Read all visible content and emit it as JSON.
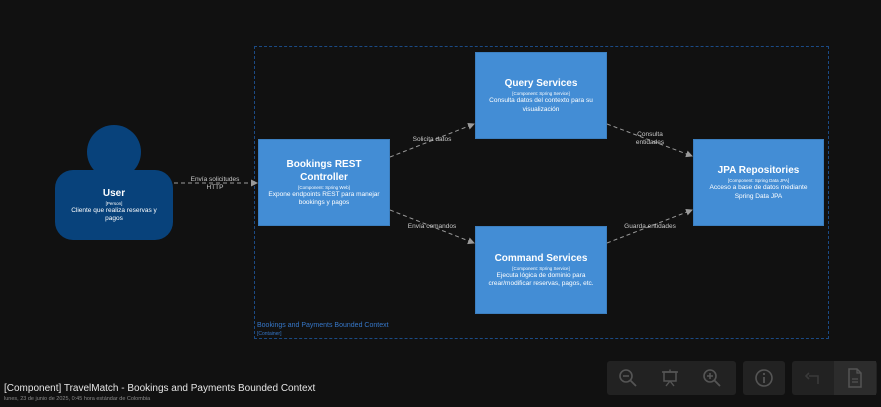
{
  "boundary": {
    "label": "Bookings and Payments Bounded Context",
    "type": "[Container]"
  },
  "person": {
    "name": "User",
    "type": "[Person]",
    "description": "Cliente que realiza reservas y pagos"
  },
  "components": {
    "controller": {
      "name": "Bookings REST Controller",
      "type": "[Component: Spring Web]",
      "description": "Expone endpoints REST para manejar bookings y pagos"
    },
    "query": {
      "name": "Query Services",
      "type": "[Component: Spring Service]",
      "description": "Consulta datos del contexto para su visualización"
    },
    "command": {
      "name": "Command Services",
      "type": "[Component: Spring Service]",
      "description": "Ejecuta lógica de dominio para crear/modificar reservas, pagos, etc."
    },
    "jpa": {
      "name": "JPA Repositories",
      "type": "[Component: Spring Data JPA]",
      "description": "Acceso a base de datos mediante Spring Data JPA"
    }
  },
  "relations": {
    "user_controller": {
      "line1": "Envía solicitudes",
      "line2": "HTTP"
    },
    "controller_query": {
      "line1": "Solicita datos"
    },
    "controller_command": {
      "line1": "Envía comandos"
    },
    "query_jpa": {
      "line1": "Consulta",
      "line2": "entidades"
    },
    "command_jpa": {
      "line1": "Guarda entidades"
    }
  },
  "footer": {
    "title": "[Component] TravelMatch - Bookings and Payments Bounded Context",
    "subtitle": "lunes, 23 de junio de 2025, 0:45 hora estándar de Colombia"
  },
  "toolbar": {
    "icons": [
      "zoom-out-icon",
      "fit-presentation-icon",
      "zoom-in-icon",
      "info-icon",
      "undo-icon",
      "export-document-icon"
    ]
  },
  "colors": {
    "background": "#111111",
    "component": "#438dd5",
    "person": "#08427b",
    "boundary": "#1b4a84",
    "edge": "#9a9a9a"
  }
}
